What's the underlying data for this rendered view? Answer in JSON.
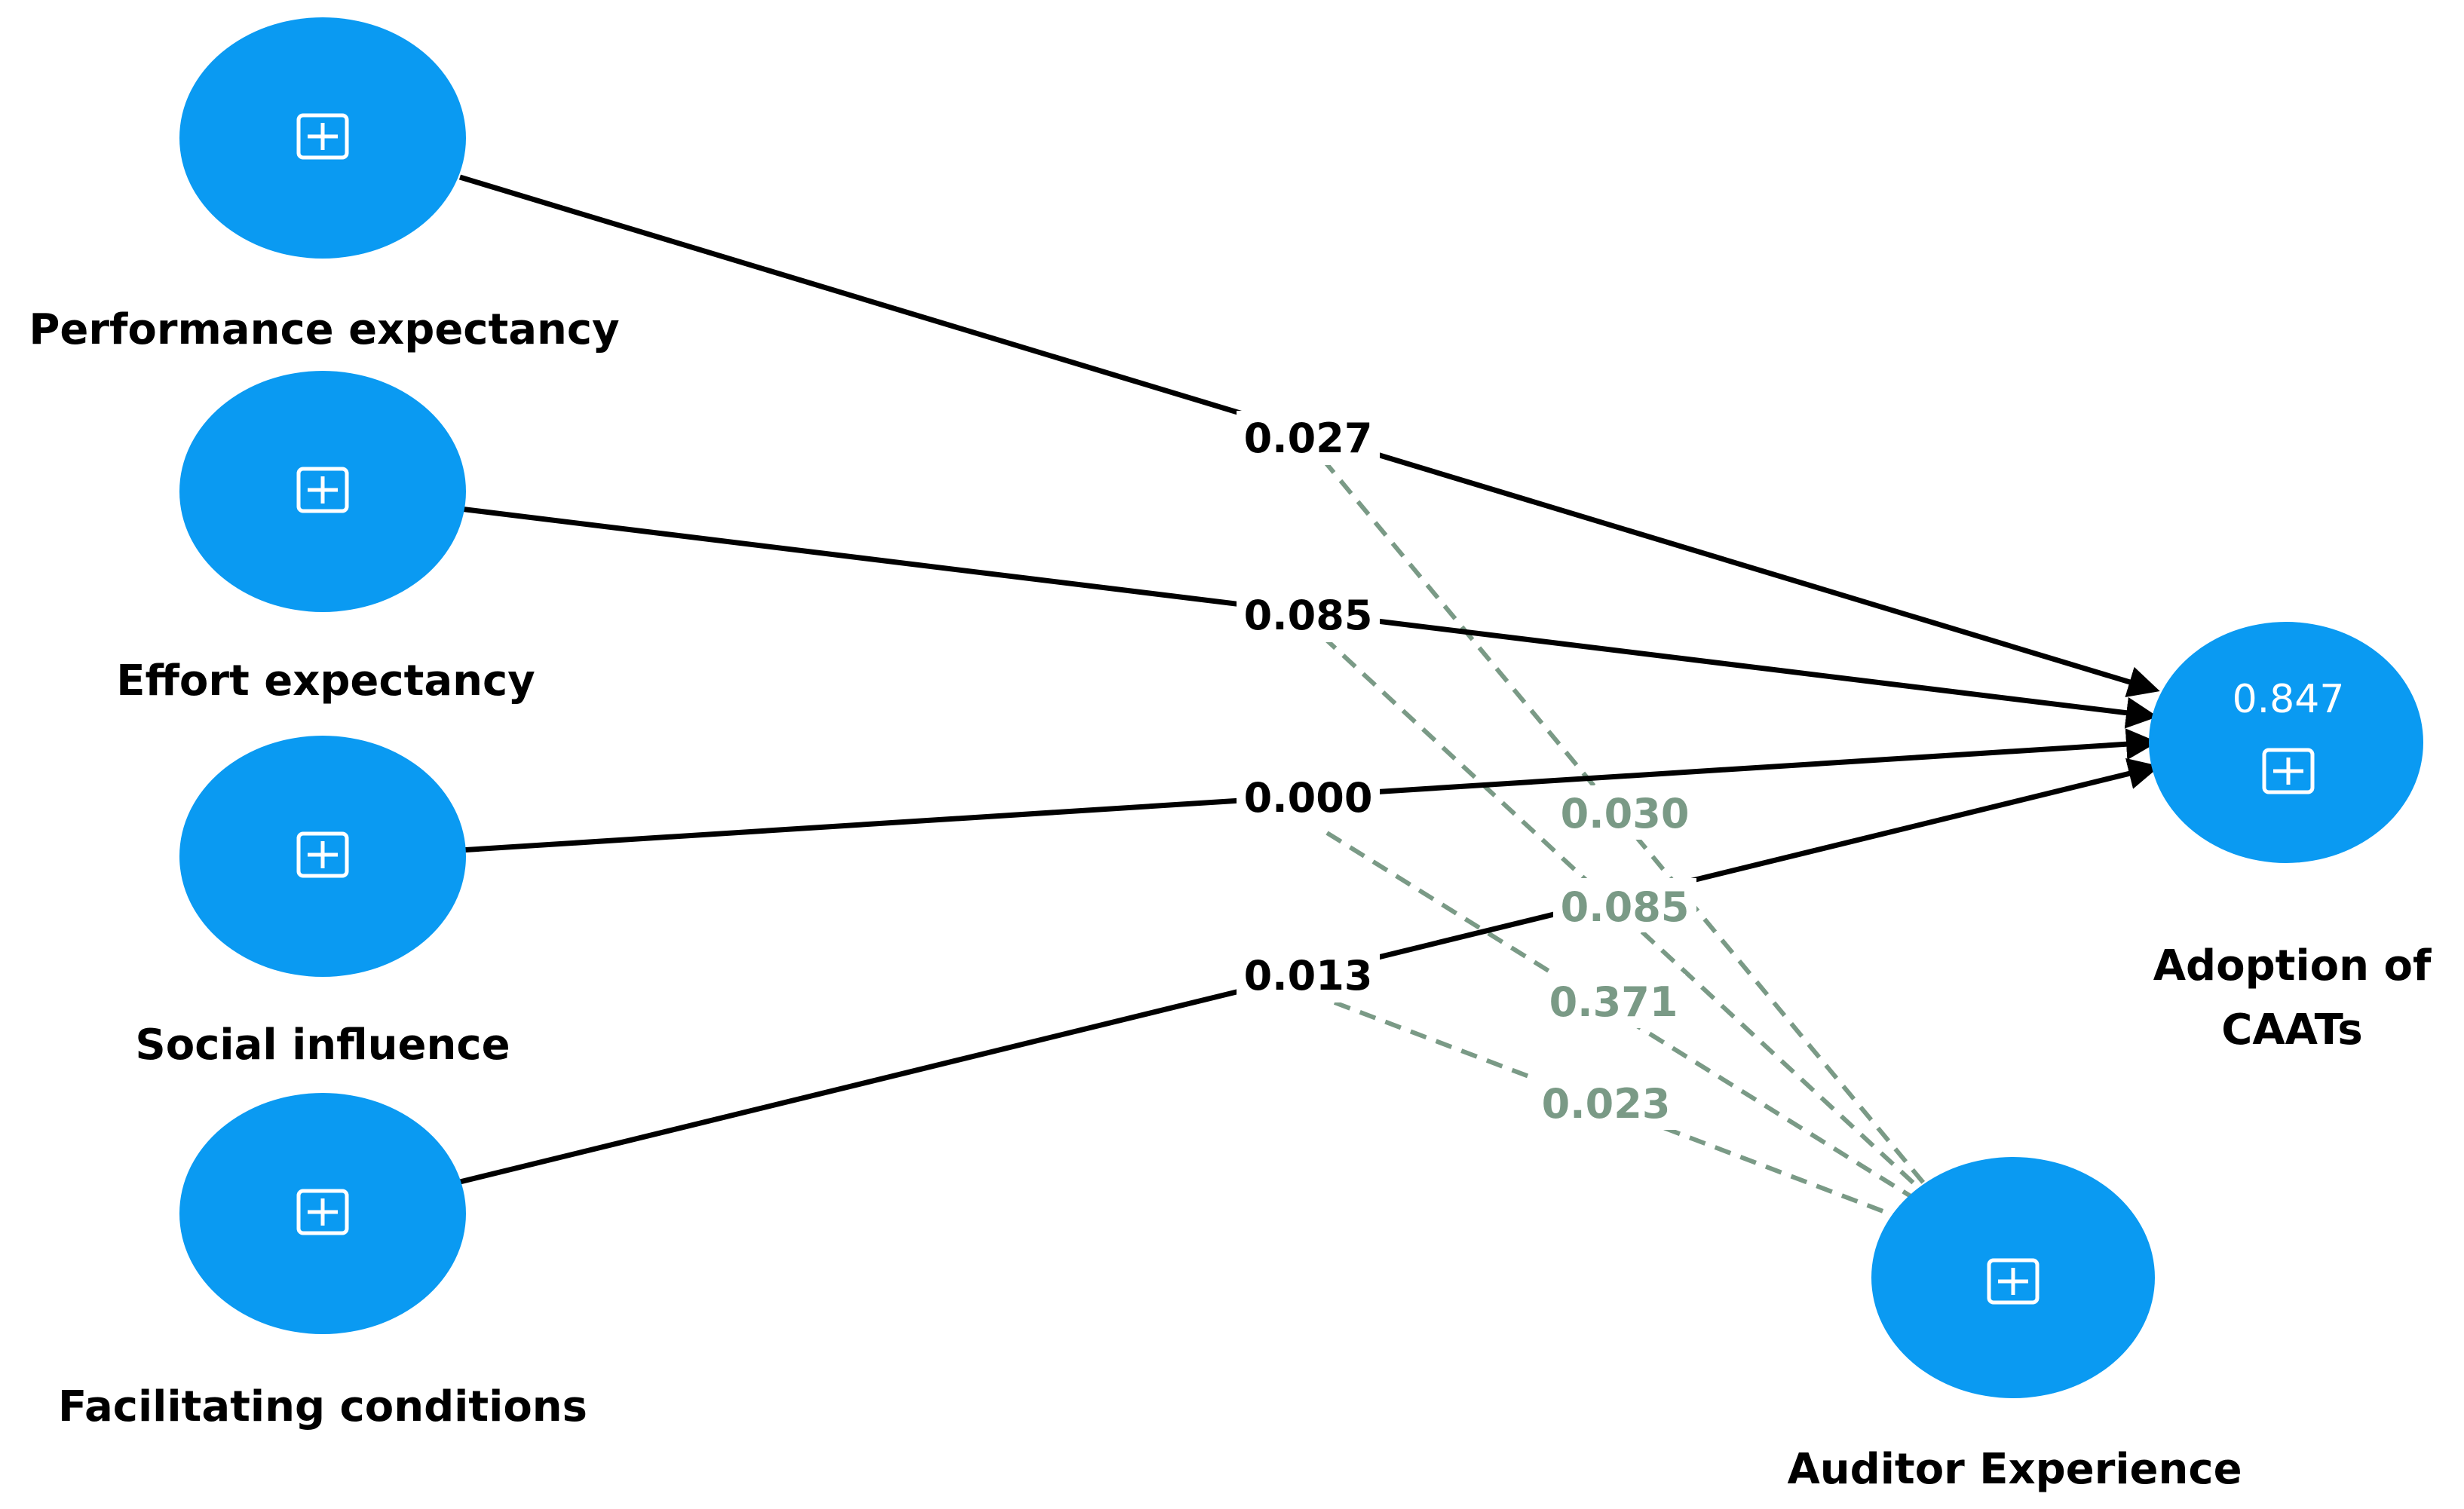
{
  "constructs": {
    "performance_expectancy": {
      "label": "Performance expectancy"
    },
    "effort_expectancy": {
      "label": "Effort expectancy"
    },
    "social_influence": {
      "label": "Social influence"
    },
    "facilitating_conditions": {
      "label": "Facilitating conditions"
    },
    "adoption": {
      "label_line1": "Adoption of",
      "label_line2": "CAATs",
      "r_squared": "0.847"
    },
    "auditor_experience": {
      "label": "Auditor Experience"
    }
  },
  "paths": {
    "performance_to_adoption": "0.027",
    "effort_to_adoption": "0.085",
    "social_to_adoption": "0.000",
    "facilitating_to_adoption": "0.013"
  },
  "moderation_paths": {
    "performance_x_experience": "0.030",
    "effort_x_experience": "0.085",
    "social_x_experience": "0.371",
    "facilitating_x_experience": "0.023"
  },
  "icons": {
    "node_icon": "expand-plus-icon"
  },
  "colors": {
    "node_fill": "#0a9af2",
    "direct_path": "#000000",
    "moderation_path": "#7a9a86"
  }
}
